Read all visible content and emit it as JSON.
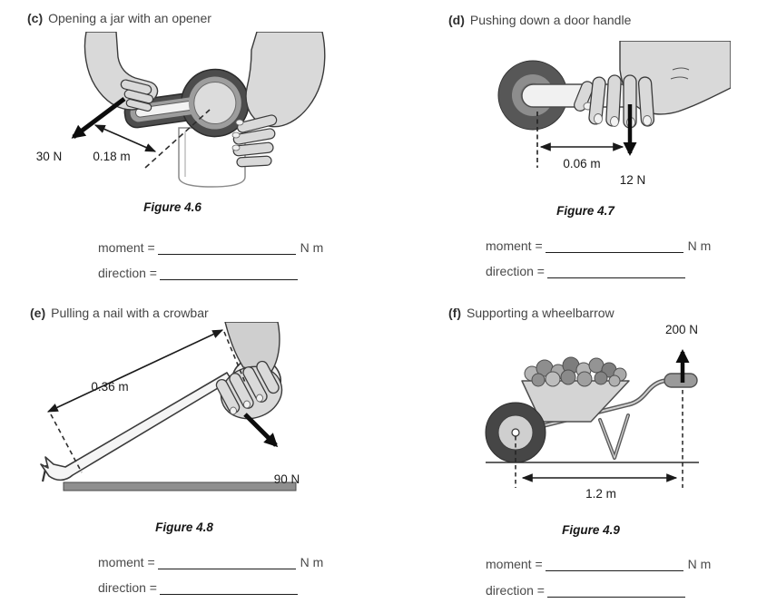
{
  "colors": {
    "page_background": "#ffffff",
    "title_text": "#444444",
    "answer_label_text": "#4a4a4a",
    "measurement_text": "#1a1a1a",
    "caption_text": "#161616",
    "hand_fill": "#d9d9d9",
    "tool_dark_gray": "#4c4c4c",
    "tire_dark_gray": "#464646",
    "tray_light_gray": "#d4d4d4",
    "floor_gray": "#8f8f8f",
    "arrow_black": "#0d0d0d"
  },
  "problems": [
    {
      "id": "c",
      "label": "(c)",
      "title": "Opening a jar with an opener",
      "figure_caption": "Figure 4.6",
      "force_label": "30 N",
      "distance_label": "0.18 m",
      "moment_label": "moment =",
      "moment_value": "",
      "moment_unit": "N m",
      "direction_label": "direction =",
      "direction_value": ""
    },
    {
      "id": "d",
      "label": "(d)",
      "title": "Pushing down a door handle",
      "figure_caption": "Figure 4.7",
      "force_label": "12 N",
      "distance_label": "0.06 m",
      "moment_label": "moment =",
      "moment_value": "",
      "moment_unit": "N m",
      "direction_label": "direction =",
      "direction_value": ""
    },
    {
      "id": "e",
      "label": "(e)",
      "title": "Pulling a nail with a crowbar",
      "figure_caption": "Figure 4.8",
      "force_label": "90 N",
      "distance_label": "0.36 m",
      "moment_label": "moment =",
      "moment_value": "",
      "moment_unit": "N m",
      "direction_label": "direction =",
      "direction_value": ""
    },
    {
      "id": "f",
      "label": "(f)",
      "title": "Supporting a wheelbarrow",
      "figure_caption": "Figure 4.9",
      "force_label": "200 N",
      "distance_label": "1.2 m",
      "moment_label": "moment =",
      "moment_value": "",
      "moment_unit": "N m",
      "direction_label": "direction =",
      "direction_value": ""
    }
  ]
}
